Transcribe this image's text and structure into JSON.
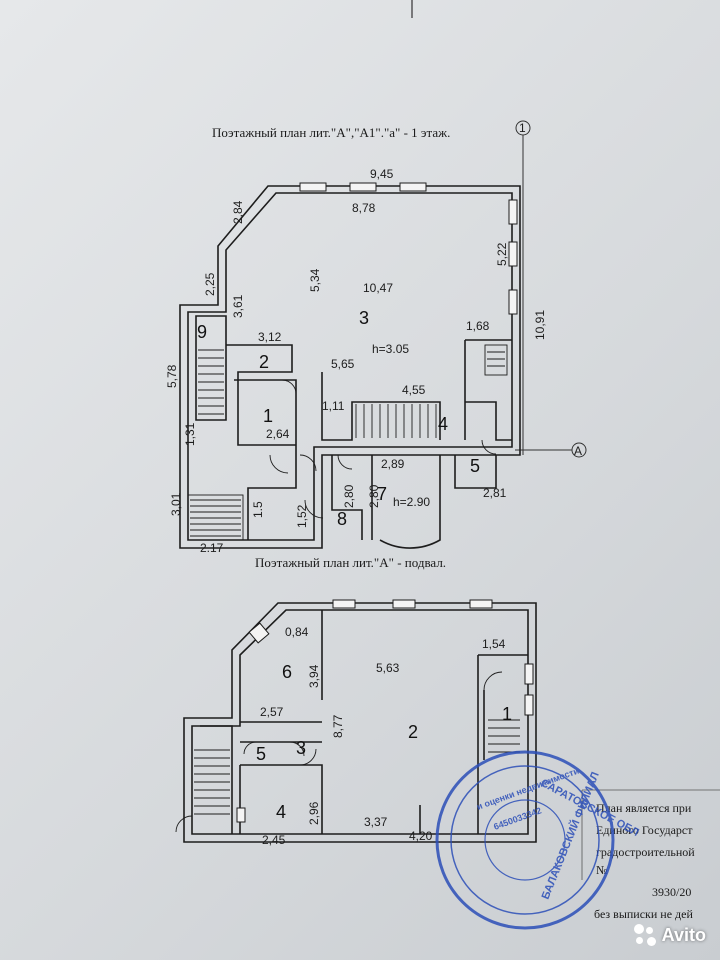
{
  "titles": {
    "first_floor": "Поэтажный план лит.\"А\",\"А1\".\"а\" - 1 этаж.",
    "basement": "Поэтажный план лит.\"А\" - подвал."
  },
  "axes": {
    "one": "1",
    "a": "А"
  },
  "first_floor": {
    "dims": {
      "d945": "9,45",
      "d878": "8,78",
      "d284": "2,84",
      "d522": "5,22",
      "d1091": "10,91",
      "d225": "2,25",
      "d361": "3,61",
      "d534": "5,34",
      "d1047": "10,47",
      "d578": "5,78",
      "d312": "3,12",
      "d565": "5,65",
      "d168": "1,68",
      "h305": "h=3.05",
      "d455": "4,55",
      "d111": "1,11",
      "d264": "2,64",
      "d131": "1,31",
      "d289": "2,89",
      "d301": "3,01",
      "d280a": "2,80",
      "d280b": "2,80",
      "h290": "h=2.90",
      "d15": "1.5",
      "d152": "1,52",
      "d281": "2,81",
      "d217": "2.17"
    },
    "rooms": {
      "r1": "1",
      "r2": "2",
      "r3": "3",
      "r4": "4",
      "r5": "5",
      "r7": "7",
      "r8": "8",
      "r9": "9"
    }
  },
  "basement": {
    "dims": {
      "d084": "0,84",
      "d394": "3,94",
      "d563": "5,63",
      "d154": "1,54",
      "d257": "2,57",
      "d877": "8,77",
      "d296": "2,96",
      "d337": "3,37",
      "d420": "4,20",
      "d245": "2,45"
    },
    "rooms": {
      "r1": "1",
      "r2": "2",
      "r3": "3",
      "r4": "4",
      "r5": "5",
      "r6": "6"
    }
  },
  "side_note": {
    "l1": "План является при",
    "l2": "Единого Государст",
    "l3": "градостроительной",
    "l4": "№",
    "l5": "3930/20",
    "l6": "без выписки не дей"
  },
  "stamp": {
    "ring_top": "САРАТОВСКОЕ ОБЛ",
    "ring_mid": "БАЛАКОВСКИЙ ФИЛИАЛ",
    "inner": "и оценки недвижимости",
    "number": "6450033342"
  },
  "watermark": {
    "label": "Avito"
  },
  "colors": {
    "ink": "#1d1d1d",
    "stamp": "#2c4fb8",
    "paper": "#e0e2e4"
  }
}
